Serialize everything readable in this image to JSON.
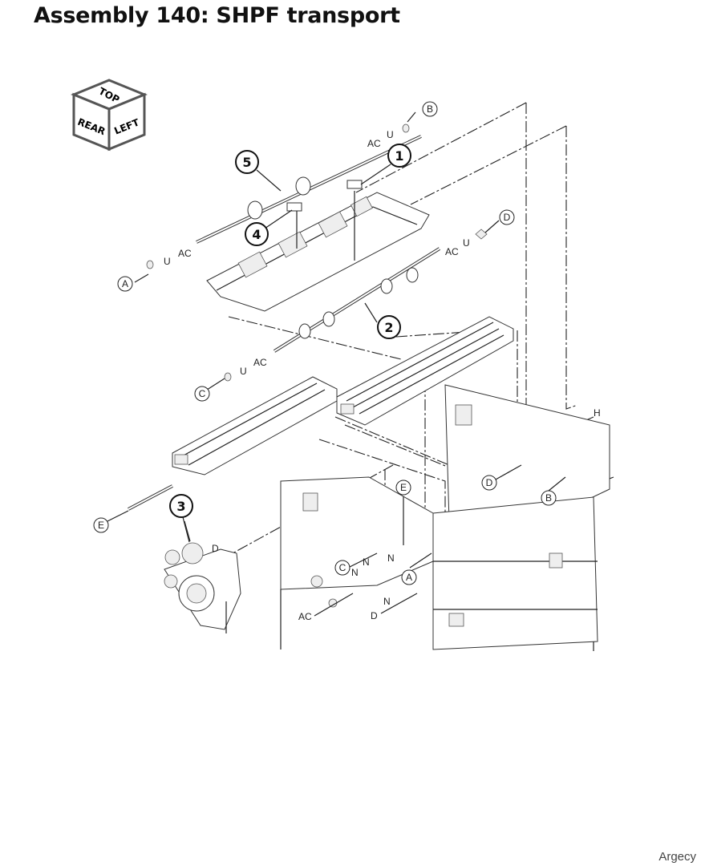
{
  "title": "Assembly 140: SHPF transport",
  "footer": "Argecy",
  "orientation_cube": {
    "top": "TOP",
    "rear": "REAR",
    "left": "LEFT"
  },
  "callouts": [
    "1",
    "2",
    "3",
    "4",
    "5"
  ],
  "bubbles": {
    "a": "A",
    "b": "B",
    "c": "C",
    "d": "D",
    "e": "E"
  },
  "labels": {
    "ac": "AC",
    "u": "U",
    "n": "N",
    "d": "D",
    "h": "H"
  }
}
